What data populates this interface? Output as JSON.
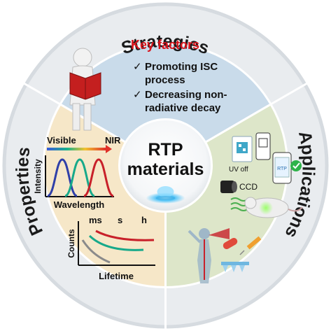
{
  "ring": {
    "top_label": "Strategies",
    "right_label": "Applications",
    "left_label": "Properties"
  },
  "center": {
    "line1": "RTP",
    "line2": "materials"
  },
  "strategies": {
    "heading": "Key factors",
    "item1_line1": "Promoting ISC",
    "item1_line2": "process",
    "item2_line1": "Decreasing non-",
    "item2_line2": "radiative decay",
    "check_glyph": "✓"
  },
  "properties": {
    "spectrum": {
      "left_label": "Visible",
      "right_label": "NIR",
      "ylabel": "Intensity",
      "xlabel": "Wavelength"
    },
    "decay": {
      "label_ms": "ms",
      "label_s": "s",
      "label_h": "h",
      "ylabel": "Counts",
      "xlabel": "Lifetime"
    }
  },
  "applications": {
    "uv_off_label": "UV off",
    "phone_label": "RTP",
    "camera_label": "CCD"
  },
  "colors": {
    "strategies_bg": "#c9dbea",
    "properties_bg": "#f6e7c8",
    "applications_bg": "#dde6c9",
    "ring_bg": "#d8dde2",
    "heading_red": "#d8141c",
    "spectrum_blue": "#2f3fa8",
    "spectrum_green": "#17a98a",
    "spectrum_red": "#c8202a"
  }
}
